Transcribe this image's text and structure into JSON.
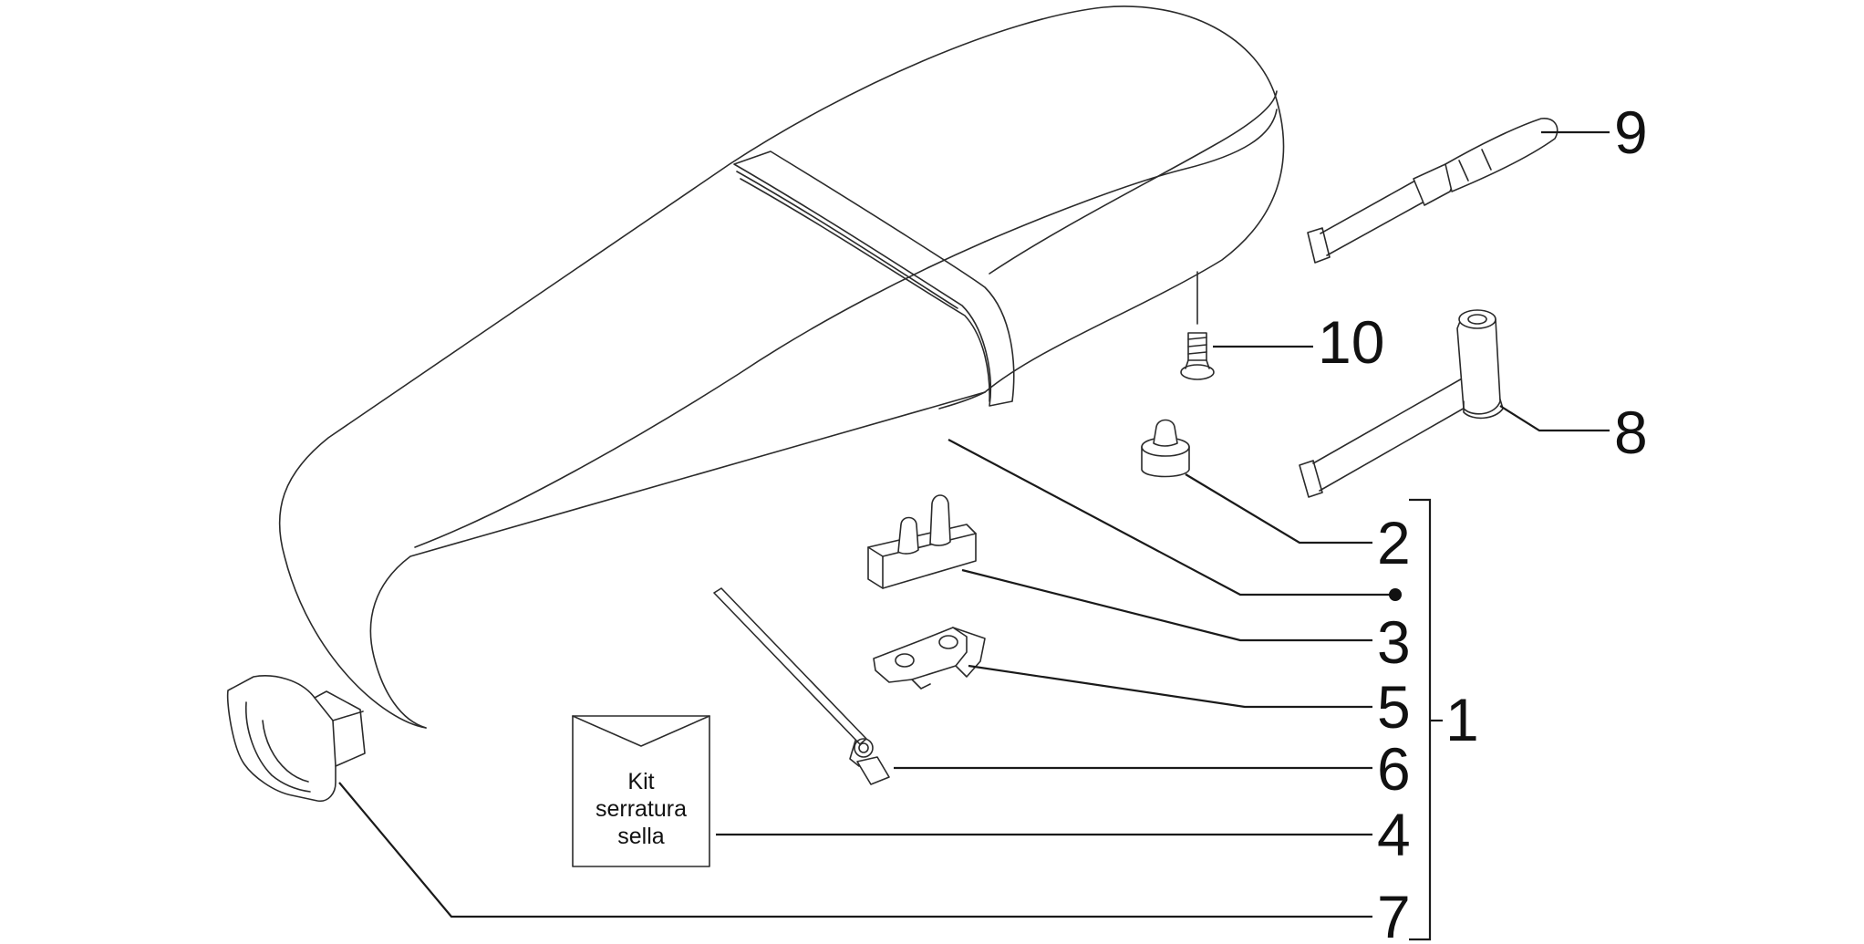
{
  "diagram": {
    "callouts": {
      "c1": "1",
      "c2": "2",
      "c3": "3",
      "c4": "4",
      "c5": "5",
      "c6": "6",
      "c7": "7",
      "c8": "8",
      "c9": "9",
      "c10": "10"
    },
    "kit_label": {
      "line1": "Kit",
      "line2": "serratura",
      "line3": "sella"
    }
  }
}
